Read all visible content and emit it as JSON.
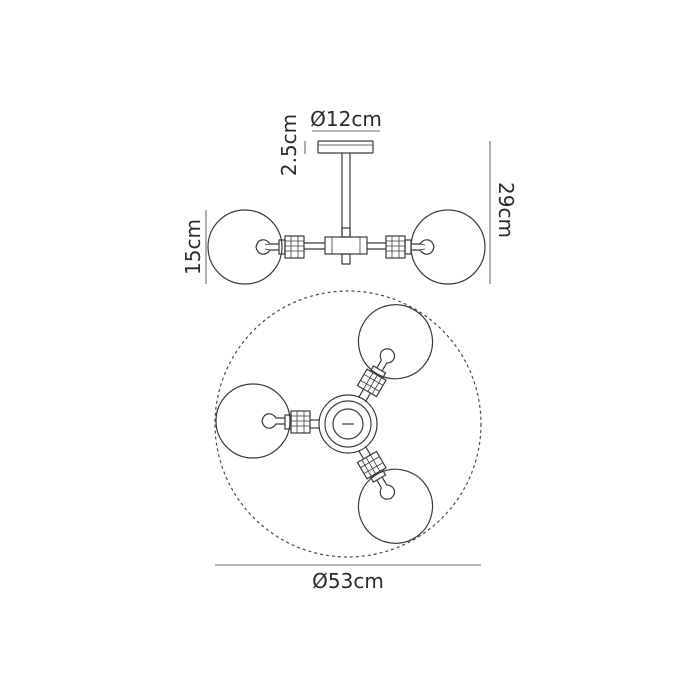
{
  "dimensions": {
    "canopy_diameter": "Ø12cm",
    "canopy_height": "2.5cm",
    "total_height": "29cm",
    "globe_height": "15cm",
    "total_diameter": "Ø53cm"
  },
  "colors": {
    "line": "#3a3a3a",
    "text": "#2b2b2b",
    "background": "#ffffff"
  }
}
